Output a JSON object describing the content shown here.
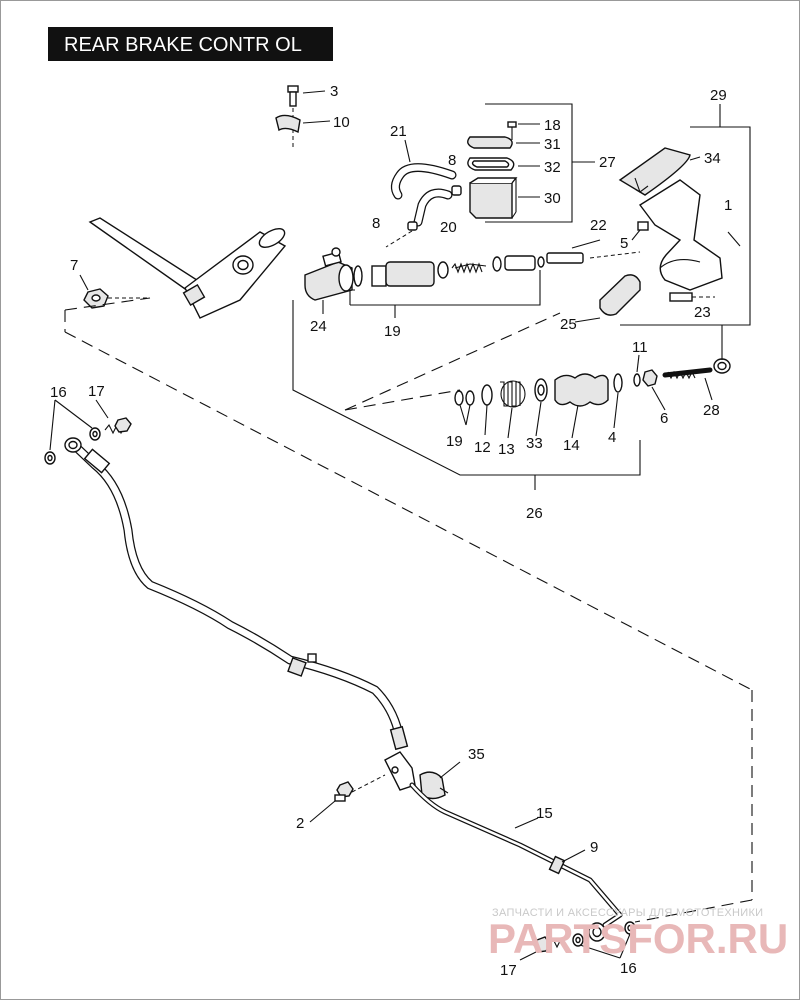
{
  "title": "REAR BRAKE CONTR OL",
  "labels": {
    "l3": "3",
    "l10": "10",
    "l21": "21",
    "l18": "18",
    "l31": "31",
    "l27": "27",
    "l8a": "8",
    "l32": "32",
    "l30": "30",
    "l8b": "8",
    "l20": "20",
    "l22": "22",
    "l29": "29",
    "l34": "34",
    "l1": "1",
    "l5": "5",
    "l7": "7",
    "l24": "24",
    "l19a": "19",
    "l25": "25",
    "l23": "23",
    "l11": "11",
    "l6": "6",
    "l28": "28",
    "l4": "4",
    "l14": "14",
    "l33": "33",
    "l13": "13",
    "l12": "12",
    "l19b": "19",
    "l26": "26",
    "l16a": "16",
    "l17a": "17",
    "l35": "35",
    "l2": "2",
    "l15": "15",
    "l9": "9",
    "l17b": "17",
    "l16b": "16"
  },
  "watermark": {
    "line1": "ЗАПЧАСТИ И АКСЕССУАРЫ ДЛЯ МОТОТЕХНИКИ",
    "line2": "PARTSFOR.RU"
  }
}
